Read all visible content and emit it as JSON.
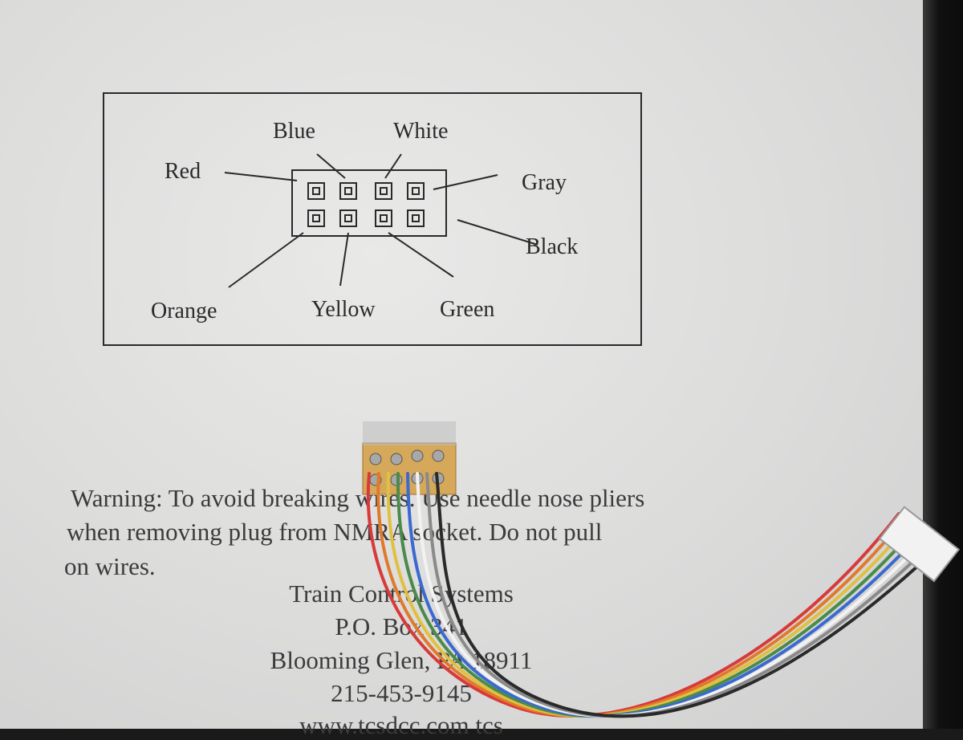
{
  "diagram": {
    "labels": {
      "blue": "Blue",
      "white": "White",
      "red": "Red",
      "gray": "Gray",
      "black": "Black",
      "orange": "Orange",
      "yellow": "Yellow",
      "green": "Green"
    }
  },
  "warning": {
    "line1": "Warning: To avoid breaking wires. Use needle nose pliers",
    "line2": "when removing plug from NMRA socket. Do not pull",
    "line3": "on wires."
  },
  "company": {
    "name": "Train Control Systems",
    "po_box": "P.O. Box 341",
    "address": "Blooming Glen, PA 18911",
    "phone": "215-453-9145",
    "web": "www.tcsdcc.com   tcs"
  },
  "wire_colors": [
    "#d83a3a",
    "#e07a2a",
    "#e0c040",
    "#4a8a4a",
    "#3a6ad0",
    "#f2f2f2",
    "#8a8a8a",
    "#2a2a2a"
  ],
  "icons": [
    "8-pin-connector-icon",
    "wire-harness-icon"
  ]
}
